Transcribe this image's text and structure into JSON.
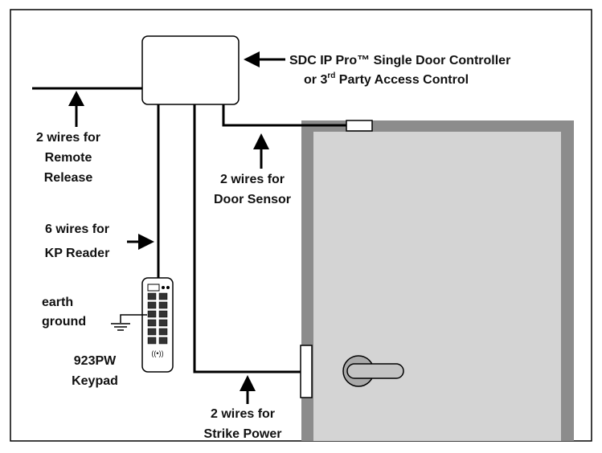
{
  "controller": {
    "line1": "SDC IP Pro™ Single Door Controller",
    "line2_prefix": "or 3",
    "line2_sup": "rd",
    "line2_suffix": " Party Access Control"
  },
  "labels": {
    "remote_release": [
      "2 wires for",
      "Remote",
      "Release"
    ],
    "door_sensor": [
      "2 wires for",
      "Door Sensor"
    ],
    "kp_reader": [
      "6 wires for",
      "KP Reader"
    ],
    "earth_ground": [
      "earth",
      "ground"
    ],
    "keypad": [
      "923PW",
      "Keypad"
    ],
    "strike_power": [
      "2 wires for",
      "Strike Power"
    ]
  },
  "keypad_device": {
    "rfid_symbol": "((•))"
  },
  "colors": {
    "door_frame": "#8c8c8c",
    "door_panel": "#d4d4d4",
    "line": "#000000"
  }
}
